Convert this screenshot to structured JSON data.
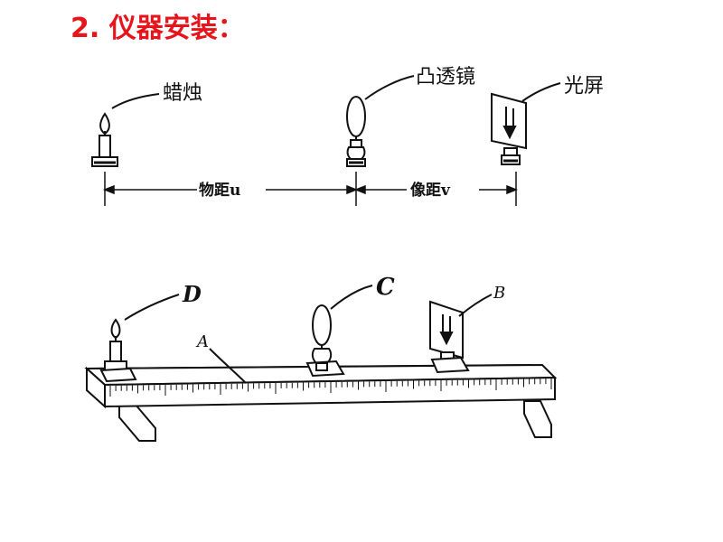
{
  "title": "2. 仪器安装：",
  "top_diagram": {
    "candle_label": "蜡烛",
    "lens_label": "凸透镜",
    "screen_label": "光屏",
    "object_distance_label": "物距u",
    "image_distance_label": "像距v"
  },
  "bench_diagram": {
    "label_a": "A",
    "label_b": "B",
    "label_c": "C",
    "label_d": "D"
  }
}
